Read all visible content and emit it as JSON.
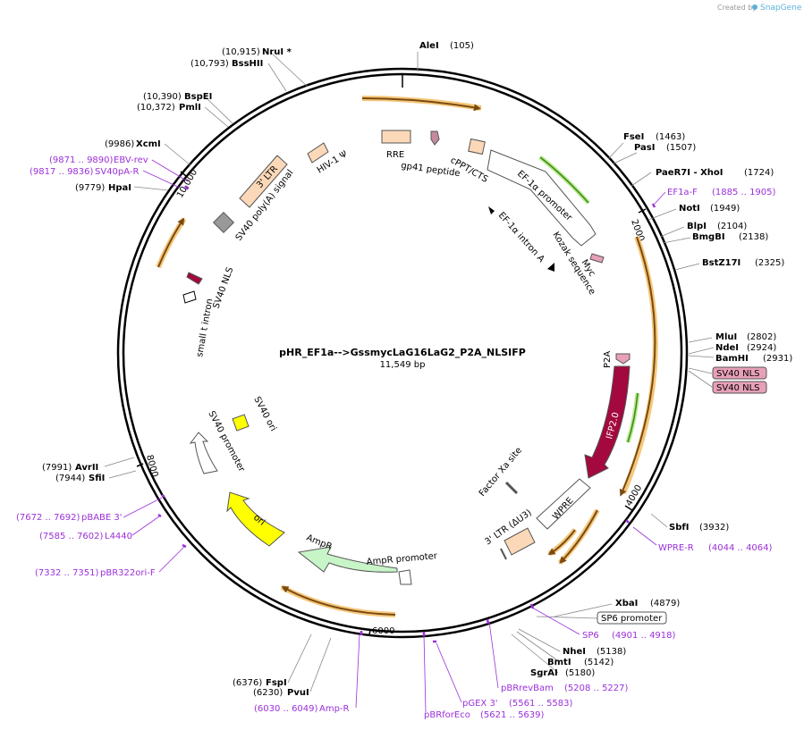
{
  "watermark": {
    "created_by": "Created by",
    "brand": "SnapGene"
  },
  "plasmid": {
    "name": "pHR_EF1a-->GssmycLaG16LaG2_P2A_NLSIFP",
    "size": "11,549 bp"
  },
  "ticks": [
    "2000",
    "4000",
    "6000",
    "8000",
    "10,000"
  ],
  "enzymes": [
    {
      "pos": "(105)",
      "name": "AleI"
    },
    {
      "pos": "(1463)",
      "name": "FseI"
    },
    {
      "pos": "(1507)",
      "name": "PasI"
    },
    {
      "pos": "(1724)",
      "name": "PaeR7I - XhoI"
    },
    {
      "pos": "(1949)",
      "name": "NotI"
    },
    {
      "pos": "(2104)",
      "name": "BlpI"
    },
    {
      "pos": "(2138)",
      "name": "BmgBI"
    },
    {
      "pos": "(2325)",
      "name": "BstZ17I"
    },
    {
      "pos": "(2802)",
      "name": "MluI"
    },
    {
      "pos": "(2924)",
      "name": "NdeI"
    },
    {
      "pos": "(2931)",
      "name": "BamHI"
    },
    {
      "pos": "(3932)",
      "name": "SbfI"
    },
    {
      "pos": "(4879)",
      "name": "XbaI"
    },
    {
      "pos": "(5138)",
      "name": "NheI"
    },
    {
      "pos": "(5142)",
      "name": "BmtI"
    },
    {
      "pos": "(5180)",
      "name": "SgrAI"
    },
    {
      "pos": "(6376)",
      "name": "FspI"
    },
    {
      "pos": "(6230)",
      "name": "PvuI"
    },
    {
      "pos": "(7991)",
      "name": "AvrII"
    },
    {
      "pos": "(7944)",
      "name": "SfiI"
    },
    {
      "pos": "(9779)",
      "name": "HpaI"
    },
    {
      "pos": "(9986)",
      "name": "XcmI"
    },
    {
      "pos": "(10,390)",
      "name": "BspEI"
    },
    {
      "pos": "(10,372)",
      "name": "PmlI"
    },
    {
      "pos": "(10,915)",
      "name": "NruI *"
    },
    {
      "pos": "(10,793)",
      "name": "BssHII"
    }
  ],
  "primers": [
    {
      "name": "EF1a-F",
      "pos": "(1885 .. 1905)"
    },
    {
      "name": "WPRE-R",
      "pos": "(4044 .. 4064)"
    },
    {
      "name": "SP6",
      "pos": "(4901 .. 4918)"
    },
    {
      "name": "pBRrevBam",
      "pos": "(5208 .. 5227)"
    },
    {
      "name": "pGEX 3'",
      "pos": "(5561 .. 5583)"
    },
    {
      "name": "pBRforEco",
      "pos": "(5621 .. 5639)"
    },
    {
      "name": "Amp-R",
      "pos": "(6030 .. 6049)"
    },
    {
      "name": "pBR322ori-F",
      "pos": "(7332 .. 7351)"
    },
    {
      "name": "L4440",
      "pos": "(7585 .. 7602)"
    },
    {
      "name": "pBABE 3'",
      "pos": "(7672 .. 7692)"
    },
    {
      "name": "SV40pA-R",
      "pos": "(9817 .. 9836)"
    },
    {
      "name": "EBV-rev",
      "pos": "(9871 .. 9890)"
    }
  ],
  "boxed_labels": [
    "SV40 NLS",
    "SV40 NLS",
    "SP6 promoter"
  ],
  "features": {
    "rre": "RRE",
    "gp41": "gp41 peptide",
    "cppt": "cPPT/CTS",
    "ef1a_promoter": "EF-1α promoter",
    "ef1a_intron": "EF-1α intron A",
    "kozak": "Kozak sequence",
    "myc": "Myc",
    "p2a": "P2A",
    "ifp": "IFP2.0",
    "factor_xa": "Factor Xa site",
    "wpre": "WPRE",
    "ltr3": "3' LTR (ΔU3)",
    "ampr_promoter": "AmpR promoter",
    "ampr": "AmpR",
    "ori": "ori",
    "sv40_promoter": "SV40 promoter",
    "sv40_ori": "SV40 ori",
    "small_t": "small t intron",
    "sv40_nls": "SV40 NLS",
    "sv40_polya": "SV40 poly(A) signal",
    "ltr3_left": "3' LTR",
    "hiv1": "HIV-1 Ψ"
  },
  "colors": {
    "backbone": "#000000",
    "orf_orange": "#e8a33a",
    "orf_brown": "#7a4a10",
    "promoter_green": "#6fbf2a",
    "ifp": "#a3093e",
    "ori_yellow": "#ffff00",
    "ampr_green": "#c8f5c8",
    "ltr_peach": "#fbd8b8",
    "primer_purple": "#9b30d9",
    "misc_pink": "#e8a0b8"
  }
}
